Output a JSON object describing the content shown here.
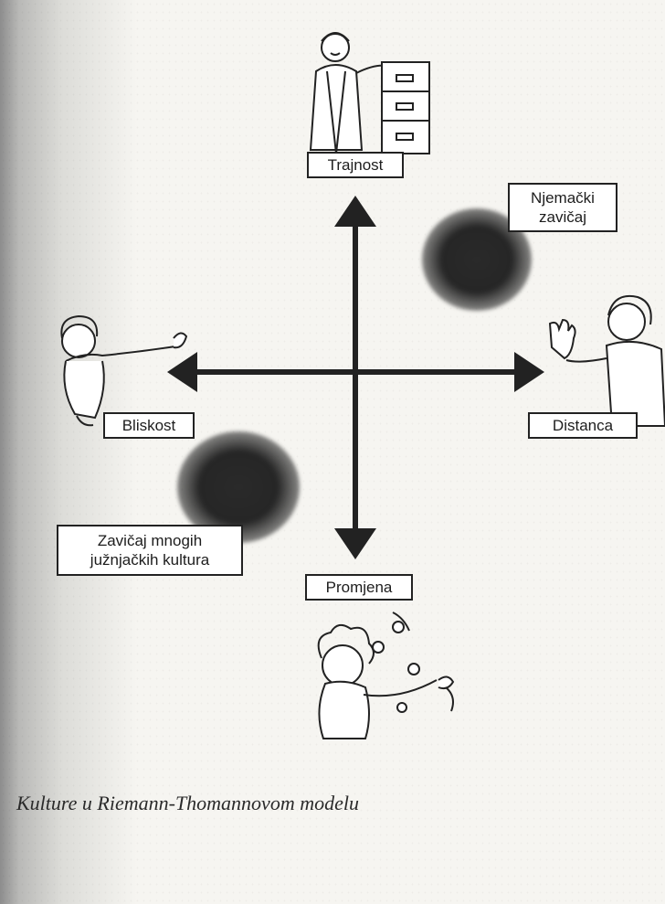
{
  "labels": {
    "top": "Trajnost",
    "bottom": "Promjena",
    "left": "Bliskost",
    "right": "Distanca",
    "german_line1": "Njemački",
    "german_line2": "zavičaj",
    "southern_line1": "Zavičaj mnogih",
    "southern_line2": "južnjačkih kultura"
  },
  "caption": "Kulture u Riemann-Thomannovom modelu",
  "colors": {
    "ink": "#222222",
    "paper": "#f6f5f1",
    "blob": "#262626"
  },
  "icons": [
    "man-with-cabinet-icon",
    "woman-reaching-icon",
    "man-stop-gesture-icon",
    "juggler-icon"
  ]
}
